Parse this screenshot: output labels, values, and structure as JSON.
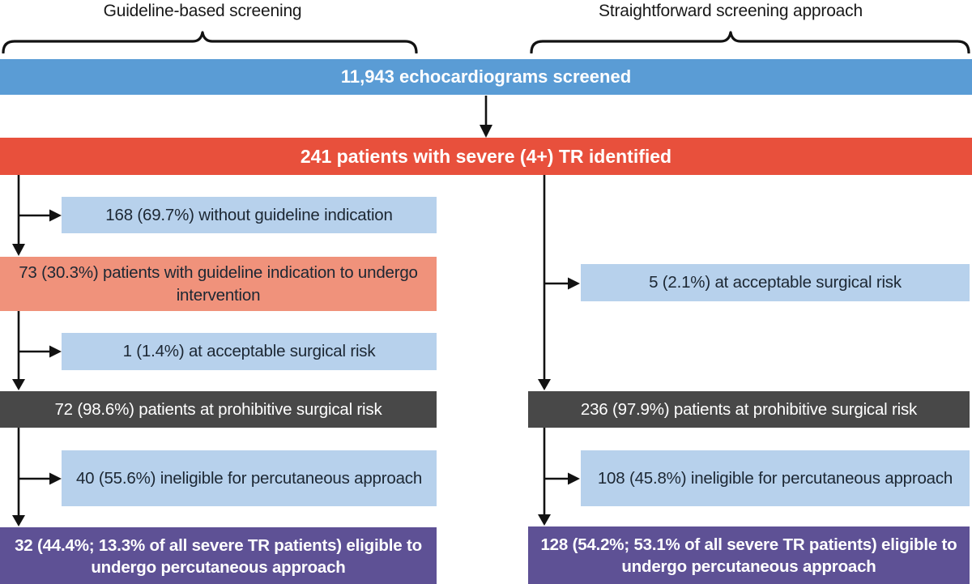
{
  "palette": {
    "header_blue": "#5a9cd5",
    "alert_red": "#e8503c",
    "light_blue": "#b7d1ec",
    "salmon": "#f0927b",
    "dark_gray": "#484848",
    "purple": "#5e5195",
    "line_black": "#121212",
    "dark_text": "#1c2733"
  },
  "headers": {
    "left": "Guideline-based screening",
    "right": "Straightforward screening approach"
  },
  "flow": {
    "screened": "11,943 echocardiograms screened",
    "severe_tr": "241 patients with severe (4+) TR identified"
  },
  "left_column": {
    "boxes": [
      {
        "text": "168 (69.7%) without guideline indication",
        "type": "light_blue"
      },
      {
        "text": "73 (30.3%) patients with guideline indication to undergo intervention",
        "type": "salmon"
      },
      {
        "text": "1 (1.4%) at acceptable surgical risk",
        "type": "light_blue"
      },
      {
        "text": "72 (98.6%) patients at prohibitive surgical risk",
        "type": "dark_gray"
      },
      {
        "text": "40 (55.6%) ineligible for percutaneous approach",
        "type": "light_blue"
      },
      {
        "text": "32 (44.4%; 13.3% of all severe TR patients) eligible to undergo percutaneous approach",
        "type": "purple"
      }
    ]
  },
  "right_column": {
    "boxes": [
      {
        "text": "5 (2.1%) at acceptable surgical risk",
        "type": "light_blue"
      },
      {
        "text": "236 (97.9%) patients at prohibitive surgical risk",
        "type": "dark_gray"
      },
      {
        "text": "108 (45.8%) ineligible for percutaneous approach",
        "type": "light_blue"
      },
      {
        "text": "128 (54.2%; 53.1% of all severe TR patients) eligible to undergo percutaneous approach",
        "type": "purple"
      }
    ]
  }
}
